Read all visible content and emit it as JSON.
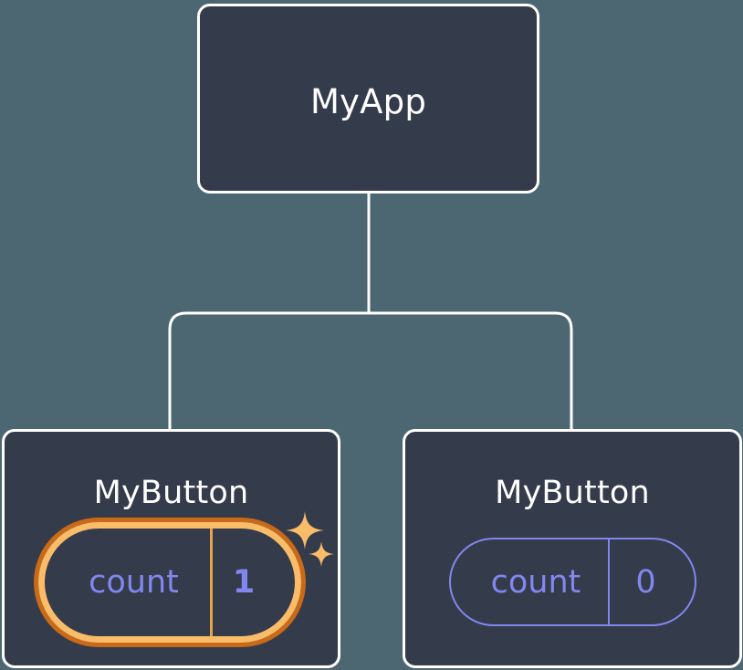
{
  "diagram": {
    "type": "component-tree",
    "title": "React component tree with local state",
    "background_color": "#4C6772",
    "node_fill_color": "#343B4A",
    "node_border_color": "#FFFFFF",
    "connector_color": "#FFFFFF",
    "accent_highlight_color": "#F9BC69",
    "accent_highlight_glow_color": "#C96A18",
    "state_text_color": "#8287EF",
    "sparkle_color": "#F9BC69"
  },
  "root": {
    "label": "MyApp"
  },
  "children": [
    {
      "label": "MyButton",
      "state": {
        "key": "count",
        "value": "1"
      },
      "highlighted": true,
      "sparkles": 2
    },
    {
      "label": "MyButton",
      "state": {
        "key": "count",
        "value": "0"
      },
      "highlighted": false,
      "sparkles": 0
    }
  ]
}
